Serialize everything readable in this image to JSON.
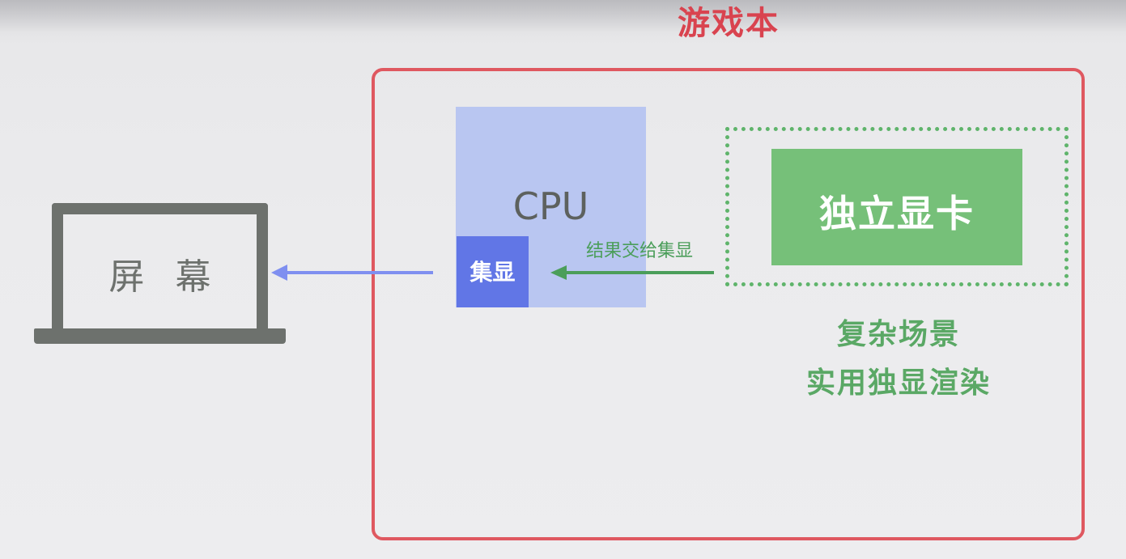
{
  "title": "游戏本",
  "screen": {
    "label": "屏 幕"
  },
  "cpu": {
    "label": "CPU",
    "integrated_gpu_label": "集显"
  },
  "discrete_gpu": {
    "label": "独立显卡"
  },
  "arrow": {
    "label": "结果交给集显"
  },
  "notes": [
    "复杂场景",
    "实用独显渲染"
  ],
  "colors": {
    "title": "#d9434f",
    "frame": "#df5860",
    "cpu": "#b9c6f1",
    "integrated_gpu": "#6176e6",
    "discrete_gpu": "#76c079",
    "green_text": "#5aa865",
    "laptop": "#6d716d",
    "blue_arrow": "#7f8ff0"
  },
  "icons": [
    "laptop-icon",
    "arrow-left-icon"
  ]
}
